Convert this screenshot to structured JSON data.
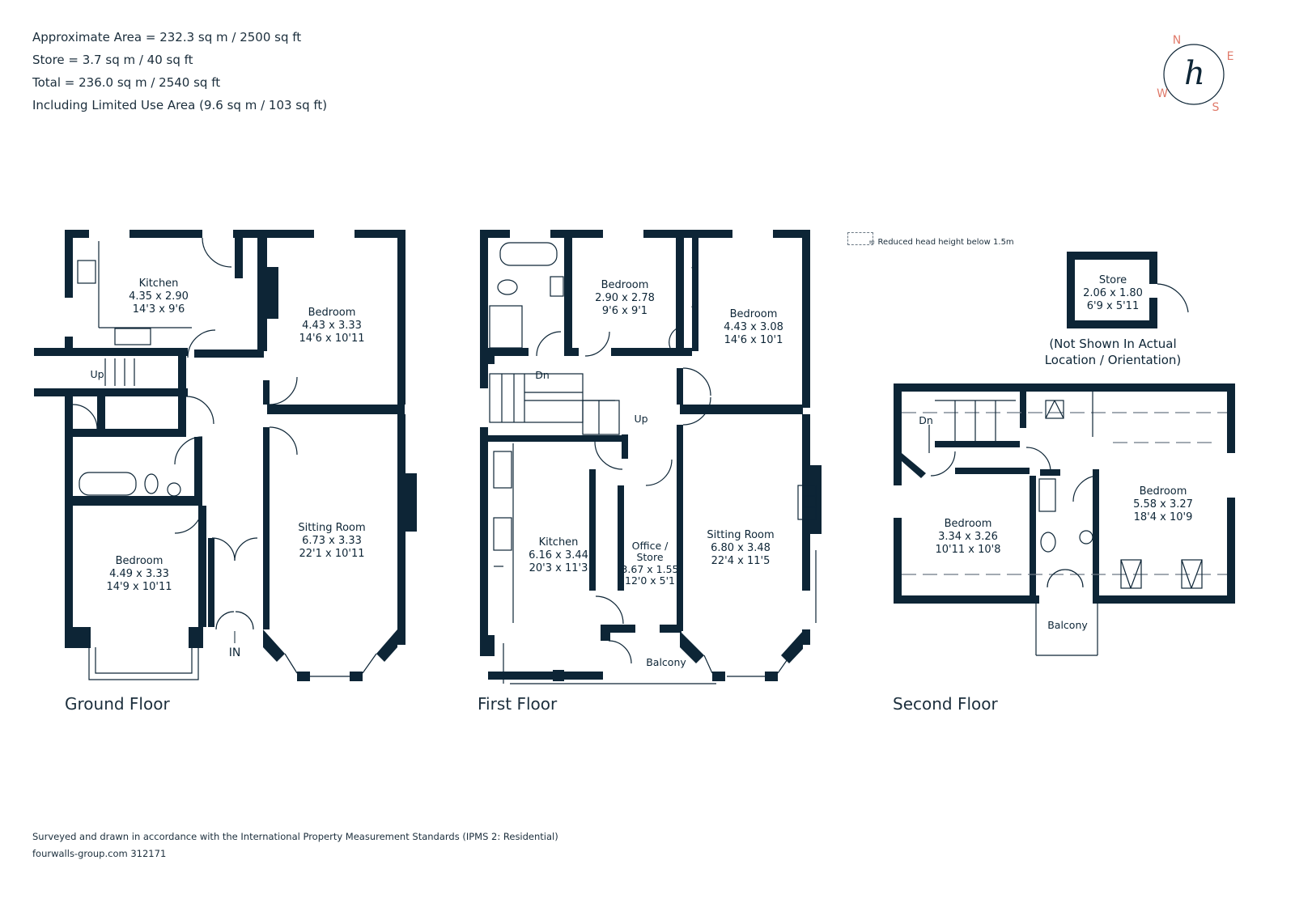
{
  "header": {
    "approx_area": "Approximate Area = 232.3 sq m / 2500 sq ft",
    "store_area": "Store = 3.7 sq m / 40 sq ft",
    "total_area": "Total = 236.0 sq m / 2540 sq ft",
    "limited_use": "Including Limited Use Area (9.6 sq m / 103 sq ft)"
  },
  "compass": {
    "n": "N",
    "e": "E",
    "s": "S",
    "w": "W",
    "logo": "h",
    "colors": {
      "ring": "#0d2536",
      "letters": "#e07a6a"
    }
  },
  "legend": {
    "label": "= Reduced head height below 1.5m"
  },
  "colors": {
    "wall": "#0d2536",
    "window": "#ffffff",
    "accent": "#e07a6a"
  },
  "floors": {
    "ground": {
      "title": "Ground Floor",
      "entry": "IN",
      "stairs": "Up",
      "rooms": {
        "kitchen": {
          "name": "Kitchen",
          "metric": "4.35 x 2.90",
          "imperial": "14'3 x 9'6"
        },
        "bedroom_a": {
          "name": "Bedroom",
          "metric": "4.43 x 3.33",
          "imperial": "14'6 x 10'11"
        },
        "sitting": {
          "name": "Sitting Room",
          "metric": "6.73 x 3.33",
          "imperial": "22'1 x 10'11"
        },
        "bedroom_b": {
          "name": "Bedroom",
          "metric": "4.49 x 3.33",
          "imperial": "14'9 x 10'11"
        }
      }
    },
    "first": {
      "title": "First Floor",
      "stairs_down": "Dn",
      "stairs_up": "Up",
      "balcony": "Balcony",
      "rooms": {
        "bedroom_a": {
          "name": "Bedroom",
          "metric": "2.90 x 2.78",
          "imperial": "9'6 x 9'1"
        },
        "bedroom_b": {
          "name": "Bedroom",
          "metric": "4.43 x 3.08",
          "imperial": "14'6 x 10'1"
        },
        "kitchen": {
          "name": "Kitchen",
          "metric": "6.16 x 3.44",
          "imperial": "20'3 x 11'3"
        },
        "office": {
          "name_line1": "Office /",
          "name_line2": "Store",
          "metric": "3.67 x 1.55",
          "imperial": "12'0 x 5'1"
        },
        "sitting": {
          "name": "Sitting Room",
          "metric": "6.80 x 3.48",
          "imperial": "22'4 x 11'5"
        }
      }
    },
    "second": {
      "title": "Second Floor",
      "stairs_down": "Dn",
      "balcony": "Balcony",
      "rooms": {
        "bedroom_a": {
          "name": "Bedroom",
          "metric": "3.34 x 3.26",
          "imperial": "10'11 x 10'8"
        },
        "bedroom_b": {
          "name": "Bedroom",
          "metric": "5.58 x 3.27",
          "imperial": "18'4 x 10'9"
        }
      }
    },
    "store": {
      "name": "Store",
      "metric": "2.06 x 1.80",
      "imperial": "6'9 x 5'11",
      "note_line1": "(Not Shown In Actual",
      "note_line2": "Location / Orientation)"
    }
  },
  "footer": {
    "standards": "Surveyed and drawn in accordance with the International Property Measurement Standards (IPMS 2: Residential)",
    "reference": "fourwalls-group.com 312171"
  }
}
